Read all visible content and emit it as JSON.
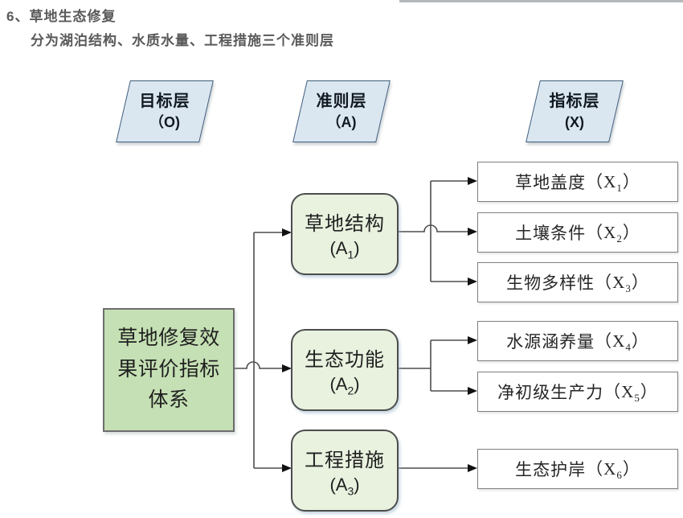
{
  "page": {
    "title": "6、草地生态修复",
    "subtitle": "分为湖泊结构、水质水量、工程措施三个准则层"
  },
  "layers": [
    {
      "line1": "目标层",
      "line2": "（O)"
    },
    {
      "line1": "准则层",
      "line2": "（A)"
    },
    {
      "line1": "指标层",
      "line2": "(X)"
    }
  ],
  "goal": {
    "text": "草地修复效果评价指标体系"
  },
  "criteria": [
    {
      "name": "草地结构",
      "code_prefix": "(A",
      "code_sub": "1",
      "code_suffix": ")"
    },
    {
      "name": "生态功能",
      "code_prefix": "(A",
      "code_sub": "2",
      "code_suffix": ")"
    },
    {
      "name": "工程措施",
      "code_prefix": "(A",
      "code_sub": "3",
      "code_suffix": ")"
    }
  ],
  "indicators": [
    {
      "name": "草地盖度",
      "code_prefix": "（X",
      "code_sub": "1",
      "code_suffix": "）"
    },
    {
      "name": "土壤条件",
      "code_prefix": "（X",
      "code_sub": "2",
      "code_suffix": "）"
    },
    {
      "name": "生物多样性",
      "code_prefix": "（X",
      "code_sub": "3",
      "code_suffix": "）"
    },
    {
      "name": "水源涵养量",
      "code_prefix": "（X",
      "code_sub": "4",
      "code_suffix": "）"
    },
    {
      "name": "净初级生产力",
      "code_prefix": "（X",
      "code_sub": "5",
      "code_suffix": "）"
    },
    {
      "name": "生态护岸",
      "code_prefix": "（X",
      "code_sub": "6",
      "code_suffix": "）"
    }
  ],
  "colors": {
    "layer_fill": "#dbe7f0",
    "layer_border": "#3f5d7c",
    "goal_fill": "#c5e0b4",
    "criteria_fill": "#e8f2df",
    "indicator_fill": "#ffffff",
    "box_border": "#4d4d4d",
    "line": "#4d4d4d",
    "title_text": "#595959"
  }
}
